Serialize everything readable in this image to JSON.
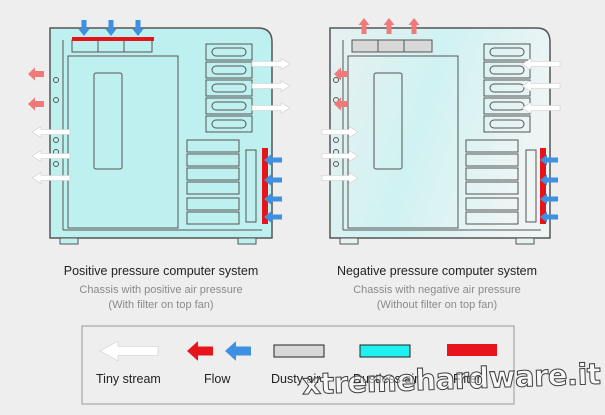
{
  "panels": {
    "positive": {
      "title": "Positive pressure computer system",
      "subtitle_line1": "Chassis with positive air pressure",
      "subtitle_line2": "(With filter on top fan)"
    },
    "negative": {
      "title": "Negative pressure computer system",
      "subtitle_line1": "Chassis with negative air pressure",
      "subtitle_line2": "(Without filter on top fan)"
    }
  },
  "legend": {
    "tiny_stream": "Tiny stream",
    "flow": "Flow",
    "dusty_air": "Dusty air",
    "dustless_air": "Dustless air",
    "filter": "Filter"
  },
  "watermark": "xtremehardware.it",
  "colors": {
    "background": "#eeeeee",
    "case_outline": "#555555",
    "dustless_fill": "#bff0f0",
    "dusty_fill": "#d8d8d8",
    "filter_red": "#e8141c",
    "flow_blue": "#3f8fe2",
    "flow_red": "#f07a7a",
    "stream_white": "#ffffff"
  }
}
